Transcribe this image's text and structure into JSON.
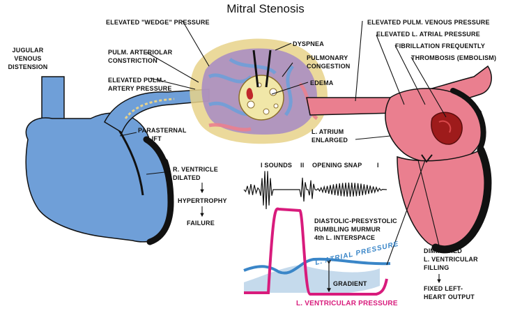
{
  "title": "Mitral Stenosis",
  "labels": {
    "wedge": "ELEVATED \"WEDGE\" PRESSURE",
    "jugular": [
      "JUGULAR",
      "VENOUS",
      "DISTENSION"
    ],
    "arteriolar": [
      "PULM. ARTERIOLAR",
      "CONSTRICTION"
    ],
    "artery_pressure": [
      "ELEVATED PULM.-",
      "ARTERY PRESSURE"
    ],
    "dyspnea": "DYSPNEA",
    "congestion": [
      "PULMONARY",
      "CONGESTION"
    ],
    "edema": "EDEMA",
    "pulm_venous": "ELEVATED PULM. VENOUS PRESSURE",
    "atrial_pressure": "ELEVATED L. ATRIAL PRESSURE",
    "fibrillation": "FIBRILLATION FREQUENTLY",
    "thrombosis": "THROMBOSIS (EMBOLISM)",
    "parasternal": [
      "PARASTERNAL",
      "LIFT"
    ],
    "atrium_enlarged": [
      "L. ATRIUM",
      "ENLARGED"
    ],
    "rv_dilated": [
      "R. VENTRICLE",
      "DILATED"
    ],
    "hypertrophy": "HYPERTROPHY",
    "failure": "FAILURE",
    "sounds": [
      "I  SOUNDS",
      "II",
      "OPENING SNAP",
      "I"
    ],
    "murmur": [
      "DIASTOLIC-PRESYSTOLIC",
      "RUMBLING MURMUR",
      "4th L. INTERSPACE"
    ],
    "latrial_curve": "L. ATRIAL PRESSURE",
    "gradient": "GRADIENT",
    "lv_curve": "L. VENTRICULAR PRESSURE",
    "diminished": [
      "DIMINISHED",
      "L. VENTRICULAR",
      "FILLING"
    ],
    "fixed": [
      "FIXED LEFT-",
      "HEART OUTPUT"
    ]
  },
  "colors": {
    "right_heart": "#6f9fd8",
    "left_heart": "#ea7f8f",
    "lung_purple": "#a789c4",
    "lung_yellow": "#e8d28a",
    "edema_fill": "#f1e7a8",
    "atrial_curve": "#3a86c8",
    "ventricular_curve": "#d81b7c",
    "gradient_fill": "#bfd6ea",
    "wall": "#111111"
  }
}
